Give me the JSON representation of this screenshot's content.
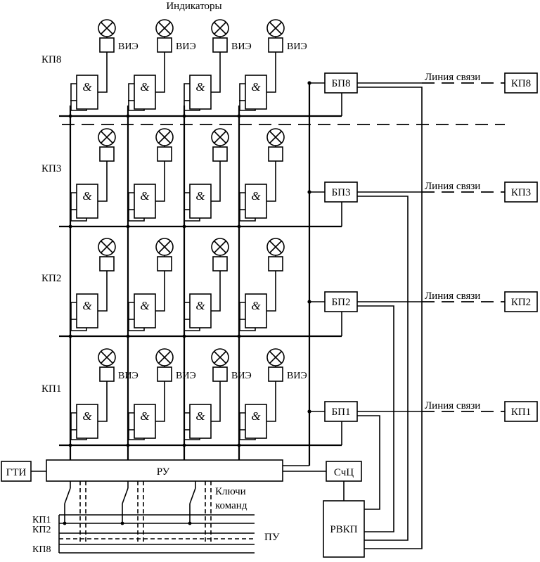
{
  "title": "Индикаторы",
  "vie_label": "ВИЭ",
  "and_symbol": "&",
  "rows": [
    {
      "label": "КП8",
      "bp": "БП8",
      "kp_right": "КП8",
      "line": "Линия связи",
      "show_vie": true
    },
    {
      "label": "КП3",
      "bp": "БП3",
      "kp_right": "КП3",
      "line": "Линия связи",
      "show_vie": false
    },
    {
      "label": "КП2",
      "bp": "БП2",
      "kp_right": "КП2",
      "line": "Линия связи",
      "show_vie": false
    },
    {
      "label": "КП1",
      "bp": "БП1",
      "kp_right": "КП1",
      "line": "Линия связи",
      "show_vie": true
    }
  ],
  "gti": "ГТИ",
  "ru": "РУ",
  "schc": "СчЦ",
  "rvkp": "РВКП",
  "keys_label_line1": "Ключи",
  "keys_label_line2": "команд",
  "pu": "ПУ",
  "pu_rows": [
    "КП1",
    "КП2",
    "КП8"
  ]
}
